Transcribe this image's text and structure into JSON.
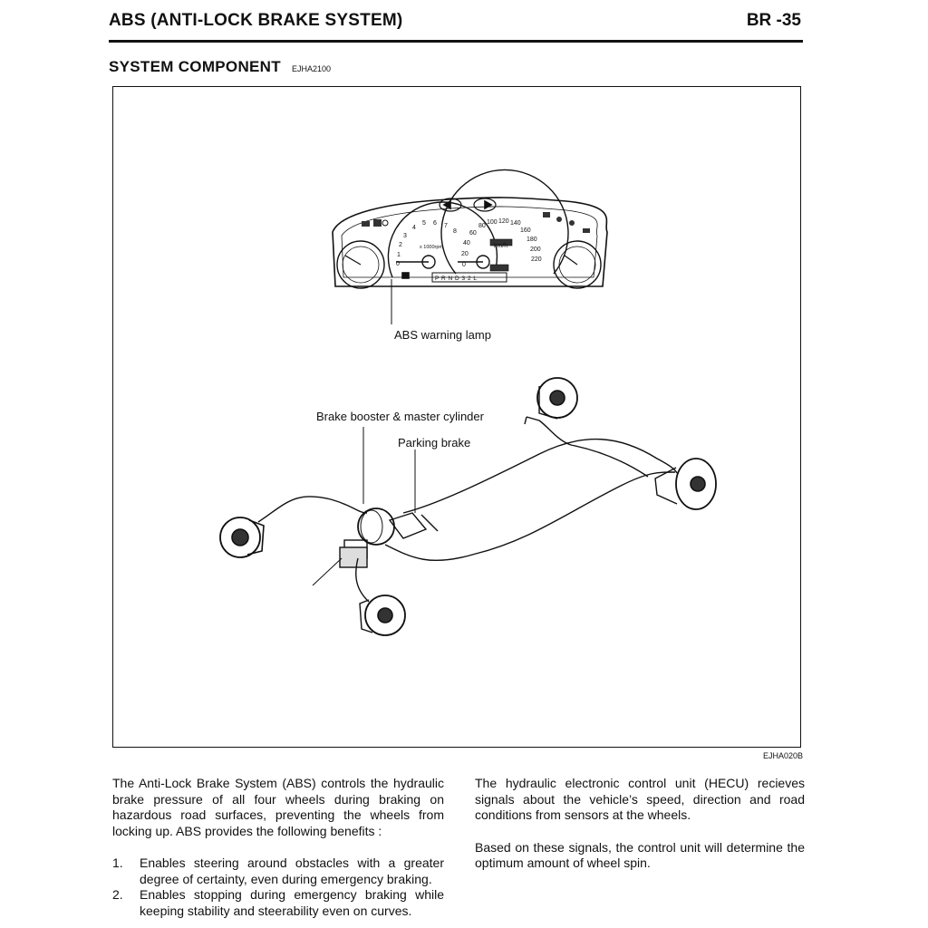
{
  "header": {
    "title": "ABS (ANTI-LOCK BRAKE SYSTEM)",
    "page": "BR -35"
  },
  "section": {
    "title": "SYSTEM COMPONENT",
    "code": "EJHA2100"
  },
  "figure": {
    "code": "EJHA020B",
    "labels": {
      "abs_lamp": "ABS warning lamp",
      "booster": "Brake booster & master cylinder",
      "parking": "Parking brake"
    },
    "cluster": {
      "speed_unit": "km/h",
      "rpm_unit": "x 1000rpm",
      "gear": "P R N D 3 2 L",
      "rpm_ticks": [
        "0",
        "1",
        "2",
        "3",
        "4",
        "5",
        "6",
        "7",
        "8"
      ],
      "speed_ticks": [
        "0",
        "20",
        "40",
        "60",
        "80",
        "100",
        "120",
        "140",
        "160",
        "180",
        "200",
        "220"
      ]
    }
  },
  "body": {
    "left_intro": "The Anti-Lock Brake System (ABS) controls the hydraulic brake pressure of all four wheels during braking on hazardous road surfaces, preventing the wheels from locking up. ABS provides the following benefits :",
    "benefits": [
      {
        "num": "1.",
        "text": "Enables steering around obstacles with a greater degree of certainty, even during emergency braking."
      },
      {
        "num": "2.",
        "text": "Enables stopping during emergency braking while keeping stability and steerability even on curves."
      }
    ],
    "right_p1": "The hydraulic electronic control unit (HECU) recieves signals about the vehicle’s speed, direction and road conditions from sensors at the wheels.",
    "right_p2": "Based on these signals, the control unit will determine the optimum amount of wheel spin."
  }
}
